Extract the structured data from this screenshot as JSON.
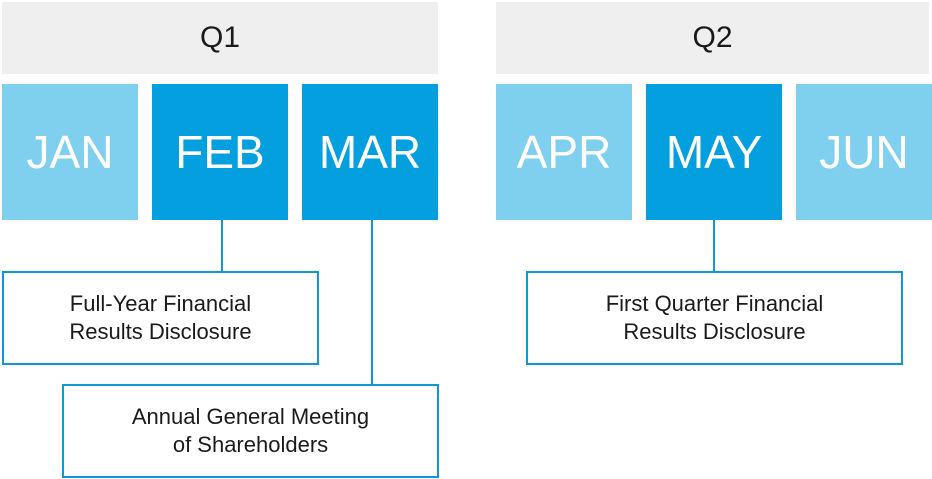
{
  "quarters": [
    {
      "label": "Q1"
    },
    {
      "label": "Q2"
    }
  ],
  "months": [
    {
      "label": "JAN",
      "style": "light"
    },
    {
      "label": "FEB",
      "style": "dark"
    },
    {
      "label": "MAR",
      "style": "dark"
    },
    {
      "label": "APR",
      "style": "light"
    },
    {
      "label": "MAY",
      "style": "dark"
    },
    {
      "label": "JUN",
      "style": "light"
    }
  ],
  "events": {
    "full_year": {
      "month": "FEB",
      "line1": "Full-Year Financial",
      "line2": "Results Disclosure"
    },
    "agm": {
      "month": "MAR",
      "line1": "Annual General Meeting",
      "line2": "of Shareholders"
    },
    "first_quarter": {
      "month": "MAY",
      "line1": "First Quarter Financial",
      "line2": "Results Disclosure"
    }
  },
  "colors": {
    "header_bg": "#efefef",
    "month_light": "#7fcfee",
    "month_dark": "#049fde",
    "connector": "#1297d6",
    "text_dark": "#1a1a1a",
    "text_light": "#ffffff"
  }
}
